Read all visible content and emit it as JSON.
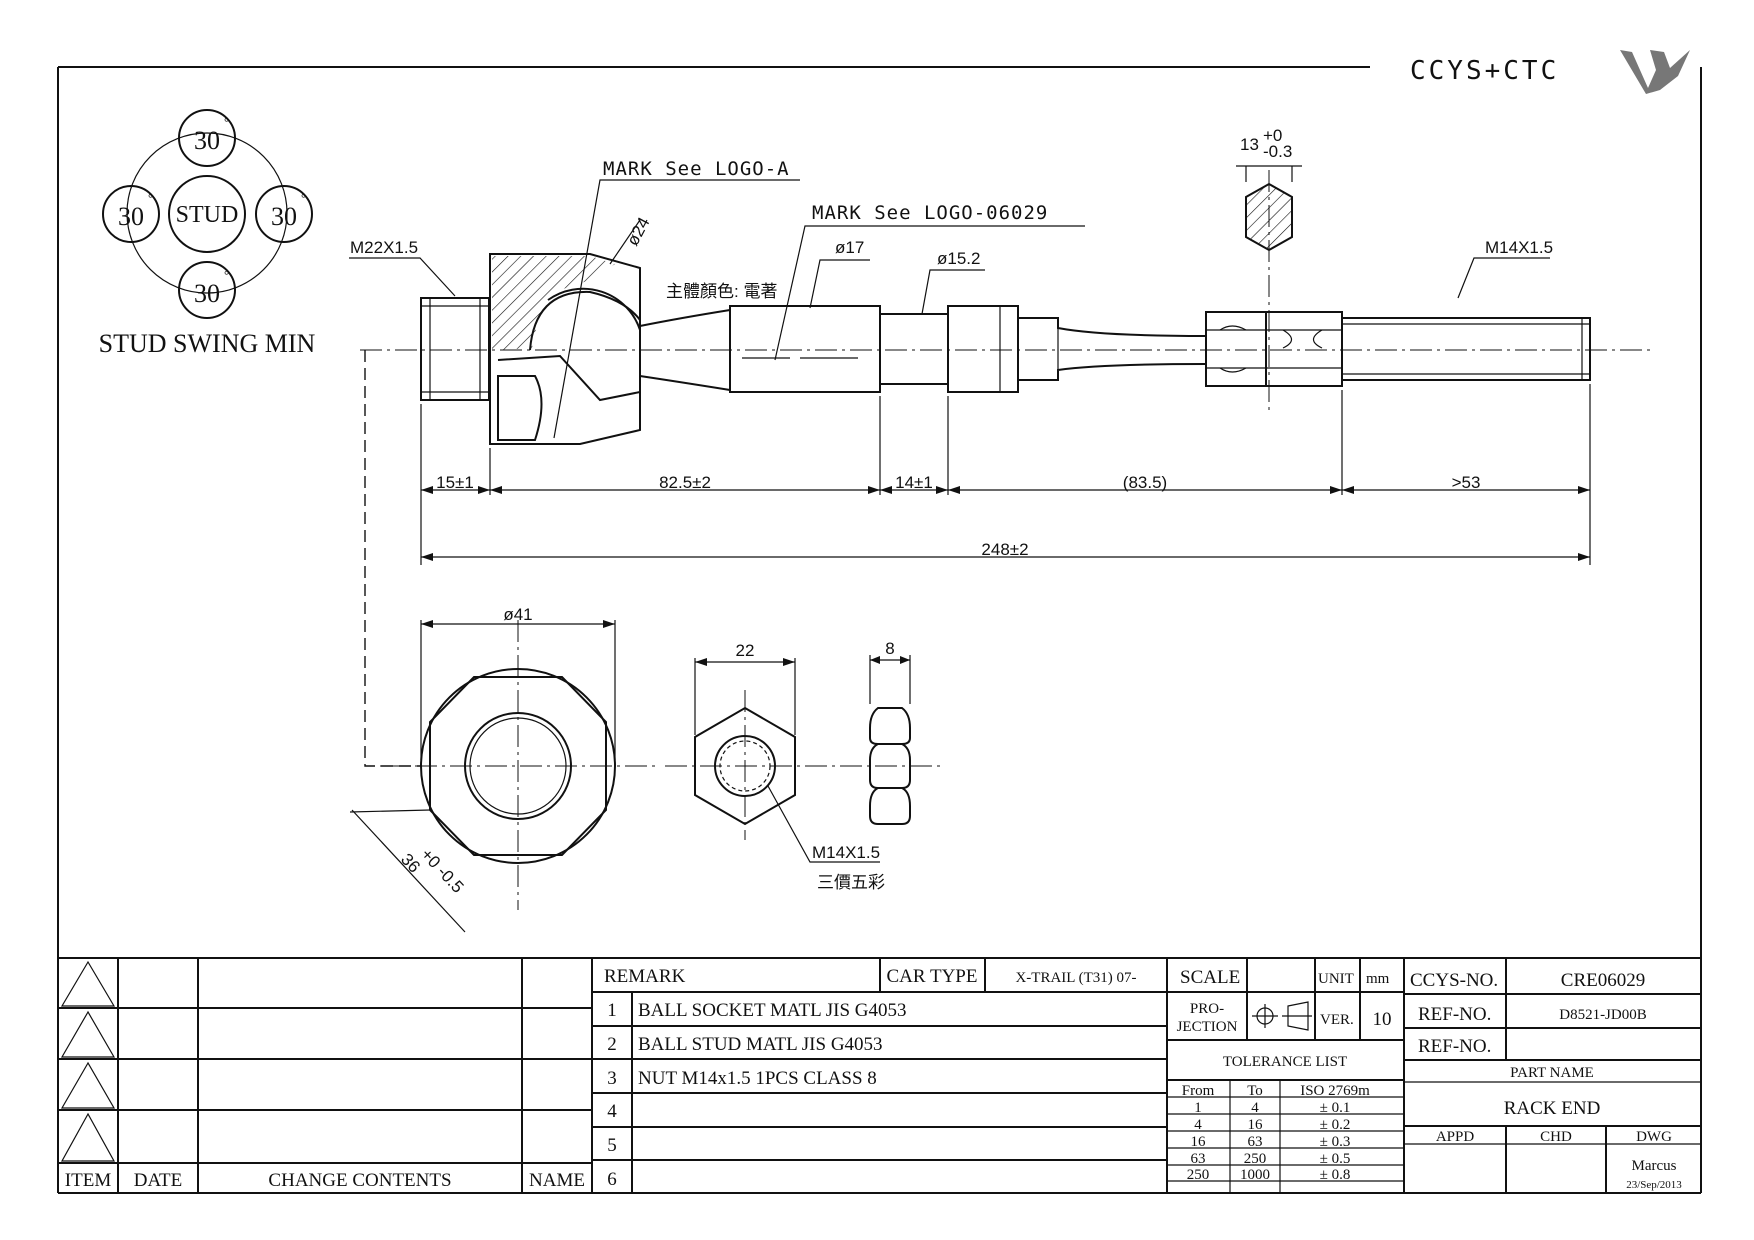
{
  "brand": {
    "logo_text": "CCYS+CTC"
  },
  "stud_swing": {
    "title": "STUD SWING MIN",
    "center_label": "STUD",
    "angles": [
      "30",
      "30",
      "30",
      "30"
    ],
    "degree_symbol": "°"
  },
  "callouts": {
    "mark_a": "MARK See LOGO-A",
    "mark_b": "MARK See LOGO-06029",
    "body_color": "主體顏色: 電著",
    "thread_left": "M22X1.5",
    "thread_right": "M14X1.5",
    "dia_24": "ø24",
    "dia_17": "ø17",
    "dia_15_2": "ø15.2",
    "hex_13": "13",
    "hex_13_tol_upper": "+0",
    "hex_13_tol_lower": "-0.3"
  },
  "dimensions": {
    "d1": "15±1",
    "d2": "82.5±2",
    "d3": "14±1",
    "d4": "(83.5)",
    "d5": ">53",
    "total": "248±2",
    "dia_41": "ø41",
    "flat_36": "36",
    "flat_36_tol": "+0 -0.5",
    "nut_22": "22",
    "nut_8": "8",
    "nut_thread": "M14X1.5",
    "nut_note": "三價五彩"
  },
  "change_table": {
    "headers": [
      "ITEM",
      "DATE",
      "CHANGE CONTENTS",
      "NAME"
    ]
  },
  "remarks": {
    "header": "REMARK",
    "car_type_label": "CAR TYPE",
    "car_type_value": "X-TRAIL (T31) 07-",
    "rows": [
      {
        "no": "1",
        "text": "BALL SOCKET MATL JIS G4053"
      },
      {
        "no": "2",
        "text": "BALL STUD MATL JIS G4053"
      },
      {
        "no": "3",
        "text": "NUT M14x1.5 1PCS CLASS 8"
      },
      {
        "no": "4",
        "text": ""
      },
      {
        "no": "5",
        "text": ""
      },
      {
        "no": "6",
        "text": ""
      }
    ]
  },
  "specs": {
    "scale_label": "SCALE",
    "scale_value": "",
    "unit_label": "UNIT",
    "unit_value": "mm",
    "projection_label_1": "PRO-",
    "projection_label_2": "JECTION",
    "ver_label": "VER.",
    "ver_value": "10",
    "tolerance_title": "TOLERANCE LIST",
    "tolerance_headers": [
      "From",
      "To",
      "ISO 2769m"
    ],
    "tolerance_rows": [
      [
        "1",
        "4",
        "± 0.1"
      ],
      [
        "4",
        "16",
        "± 0.2"
      ],
      [
        "16",
        "63",
        "± 0.3"
      ],
      [
        "63",
        "250",
        "± 0.5"
      ],
      [
        "250",
        "1000",
        "± 0.8"
      ]
    ]
  },
  "title_block": {
    "ccys_no_label": "CCYS-NO.",
    "ccys_no_value": "CRE06029",
    "ref_no_label": "REF-NO.",
    "ref_no_value": "D8521-JD00B",
    "ref_no2_label": "REF-NO.",
    "ref_no2_value": "",
    "part_name_label": "PART NAME",
    "part_name_value": "RACK END",
    "appd_label": "APPD",
    "chd_label": "CHD",
    "dwg_label": "DWG",
    "dwg_name": "Marcus",
    "dwg_date": "23/Sep/2013"
  }
}
